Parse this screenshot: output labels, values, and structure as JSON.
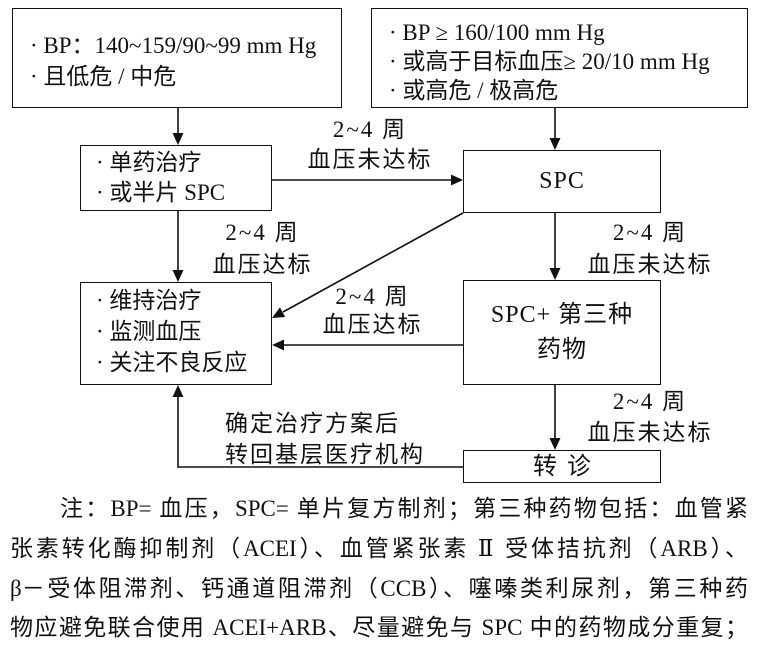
{
  "nodes": {
    "bp_grade1": {
      "lines": [
        "· BP：140~159/90~99 mm Hg",
        "· 且低危 / 中危"
      ]
    },
    "bp_high": {
      "lines": [
        "· BP ≥ 160/100 mm Hg",
        "· 或高于目标血压≥ 20/10 mm Hg",
        "· 或高危 / 极高危"
      ]
    },
    "monotherapy": {
      "lines": [
        "· 单药治疗",
        "· 或半片 SPC"
      ]
    },
    "spc": {
      "lines": [
        "SPC"
      ]
    },
    "maintain": {
      "lines": [
        "· 维持治疗",
        "· 监测血压",
        "· 关注不良反应"
      ]
    },
    "spc_third_drug": {
      "lines": [
        "SPC+ 第三种",
        "药物"
      ]
    },
    "referral": {
      "lines": [
        "转诊"
      ]
    }
  },
  "edge_labels": {
    "monotherapy_to_spc": [
      "2~4 周",
      "血压未达标"
    ],
    "monotherapy_to_maintain": [
      "2~4 周",
      "血压达标"
    ],
    "spc_to_maintain": [
      "2~4 周",
      "血压达标"
    ],
    "spc_to_spc_third_drug": [
      "2~4 周",
      "血压未达标"
    ],
    "spc_third_drug_to_referral": [
      "2~4 周",
      "血压未达标"
    ],
    "referral_to_maintain": [
      "确定治疗方案后",
      "转回基层医疗机构"
    ]
  },
  "note": {
    "lines": [
      "注：BP= 血压，SPC= 单片复方制剂；第三种药物包括：血管紧",
      "张素转化酶抑制剂（ACEI）、血管紧张素 Ⅱ 受体拮抗剂（ARB）、",
      "β－受体阻滞剂、钙通道阻滞剂（CCB）、噻嗪类利尿剂，第三种药",
      "物应避免联合使用 ACEI+ARB、尽量避免与 SPC 中的药物成分重复；"
    ]
  }
}
